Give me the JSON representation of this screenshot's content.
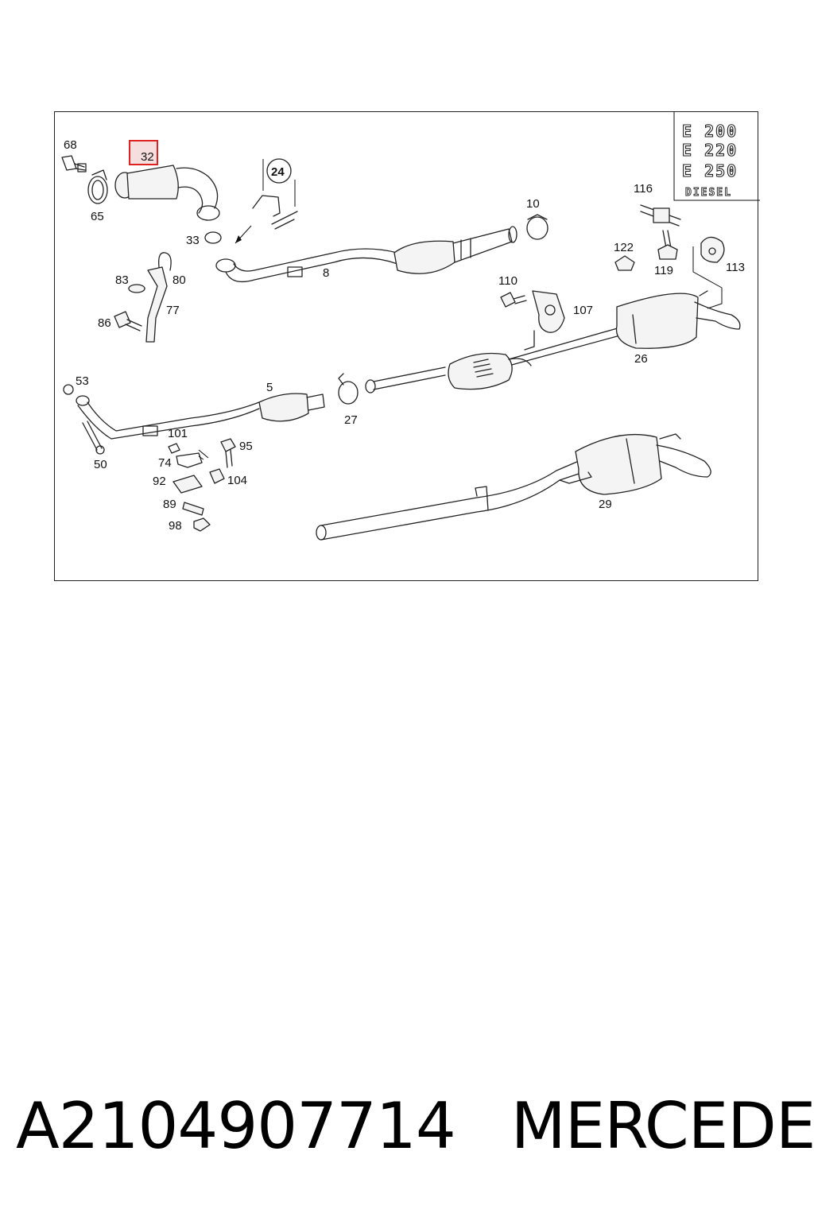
{
  "models": [
    "E 200",
    "E 220",
    "E 250"
  ],
  "fuel": "DIESEL",
  "highlight_part": "32",
  "parts": {
    "p68": "68",
    "p32": "32",
    "p24": "24",
    "p65": "65",
    "p33": "33",
    "p10": "10",
    "p116": "116",
    "p122": "122",
    "p119": "119",
    "p113": "113",
    "p83": "83",
    "p80": "80",
    "p8": "8",
    "p77": "77",
    "p86": "86",
    "p110": "110",
    "p107": "107",
    "p26": "26",
    "p53": "53",
    "p5": "5",
    "p27": "27",
    "p101": "101",
    "p95": "95",
    "p74": "74",
    "p50": "50",
    "p92": "92",
    "p104": "104",
    "p89": "89",
    "p98": "98",
    "p29": "29"
  },
  "caption": {
    "part_number": "A2104907714",
    "brand": "MERCEDES"
  }
}
